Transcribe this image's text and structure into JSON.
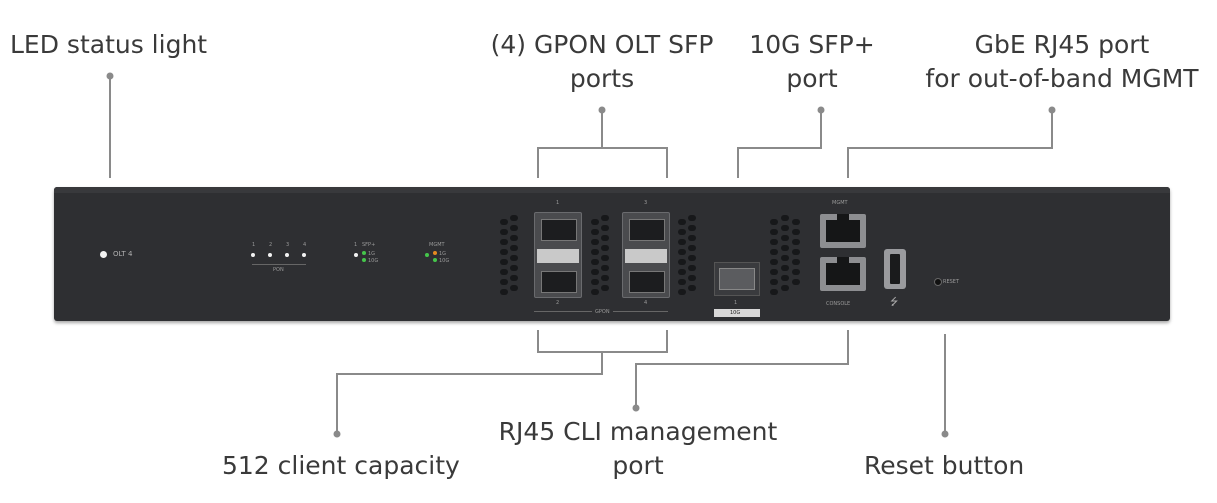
{
  "callouts": {
    "led_status": "LED status light",
    "gpon_ports_line1": "(4) GPON OLT SFP",
    "gpon_ports_line2": "ports",
    "sfp10g_line1": "10G SFP+",
    "sfp10g_line2": "port",
    "mgmt_line1": "GbE RJ45 port",
    "mgmt_line2": "for out-of-band MGMT",
    "client_capacity": "512 client capacity",
    "cli_line1": "RJ45 CLI management",
    "cli_line2": "port",
    "reset": "Reset button"
  },
  "device": {
    "model_label": "OLT 4",
    "pon_label": "PON",
    "pon_numbers": [
      "1",
      "2",
      "3",
      "4"
    ],
    "sfp_plus_label": "SFP+",
    "sfp_plus_number": "1",
    "speed_1g": "1G",
    "speed_10g": "10G",
    "mgmt_led_label": "MGMT",
    "gpon_top_1": "1",
    "gpon_top_3": "3",
    "gpon_bottom_2": "2",
    "gpon_bottom_4": "4",
    "gpon_label": "GPON",
    "sfpplus_port_number": "1",
    "sfpplus_port_label": "10G",
    "mgmt_port_label": "MGMT",
    "console_label": "CONSOLE",
    "reset_label": "RESET"
  },
  "colors": {
    "chassis": "#2e2f32",
    "callout_text": "#3a3a3a",
    "leader_line": "#8a8a8a",
    "led_green": "#45c64b",
    "led_orange": "#e58a20"
  }
}
